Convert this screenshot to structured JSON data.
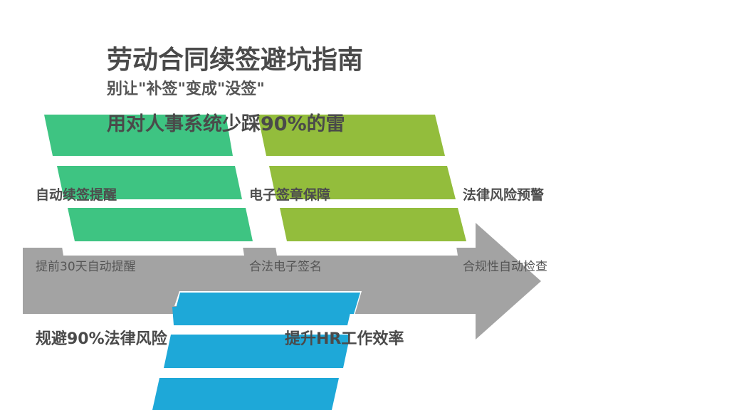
{
  "slide": {
    "title": "劳动合同续签避坑指南",
    "subtitle": "别让\"补签\"变成\"没签\"",
    "tagline": "用对人事系统少踩90%的雷"
  },
  "features": [
    {
      "label": "自动续签提醒",
      "description": "提前30天自动提醒"
    },
    {
      "label": "电子签章保障",
      "description": "合法电子签名"
    },
    {
      "label": "法律风险预警",
      "description": "合规性自动检查"
    }
  ],
  "benefits": [
    {
      "label": "规避90%法律风险"
    },
    {
      "label": "提升HR工作效率"
    }
  ],
  "colors": {
    "arrow": "#a3a3a3",
    "green": "#3ec482",
    "lime": "#93bd3c",
    "blue": "#1ea8d8",
    "text": "#4a4a4a"
  }
}
